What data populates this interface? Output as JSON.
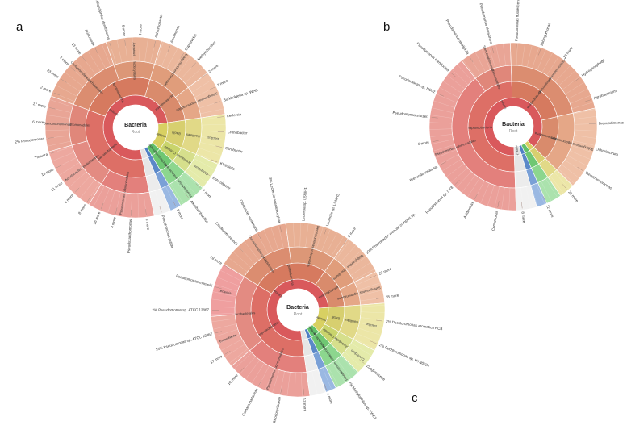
{
  "chart_data": [
    {
      "type": "sunburst",
      "panel": "a",
      "center": {
        "title": "Bacteria",
        "subtitle": "Root"
      },
      "rings": [
        [
          {
            "label": "Proteobacteria",
            "value": 76,
            "color": "#d9595c"
          },
          {
            "label": "Firmicutes",
            "value": 14,
            "color": "#d8d062"
          },
          {
            "label": "Bacteroidetes",
            "value": 5,
            "color": "#62c06a"
          },
          {
            "label": "",
            "value": 2,
            "color": "#4e7fc4"
          },
          {
            "label": "other Bacteria",
            "value": 3,
            "color": "#e3e3e3"
          }
        ],
        [
          {
            "label": "Gammaproteobacteria",
            "value": 34,
            "color": "#dd6f66"
          },
          {
            "label": "Betaproteobacteria",
            "value": 24,
            "color": "#d67a5f"
          },
          {
            "label": "Alphaproteobacteria",
            "value": 18,
            "color": "#d98b6c"
          },
          {
            "label": "Bacilli",
            "value": 9,
            "color": "#d7cf6f"
          },
          {
            "label": "Clostridia",
            "value": 5,
            "color": "#c9d46c"
          },
          {
            "label": "Flavobacteriia",
            "value": 5,
            "color": "#6fc773"
          },
          {
            "label": "",
            "value": 2,
            "color": "#5b88c8"
          },
          {
            "label": "",
            "value": 3,
            "color": "#e6e6e6"
          }
        ],
        [
          {
            "label": "Pseudomonadales",
            "value": 12,
            "color": "#e3807c"
          },
          {
            "label": "Enterobacterales",
            "value": 12,
            "color": "#e38b82"
          },
          {
            "label": "Xanthomonadales",
            "value": 10,
            "color": "#e0877a"
          },
          {
            "label": "Burkholderiales",
            "value": 14,
            "color": "#db8d70"
          },
          {
            "label": "Rhodocyclales",
            "value": 10,
            "color": "#dc9777"
          },
          {
            "label": "Rhizobiales",
            "value": 10,
            "color": "#e09d7b"
          },
          {
            "label": "Sphingomonadales",
            "value": 8,
            "color": "#e5a787"
          },
          {
            "label": "Bacillales",
            "value": 9,
            "color": "#e1d987"
          },
          {
            "label": "Clostridiales",
            "value": 5,
            "color": "#d6df8c"
          },
          {
            "label": "Flavobacteriales",
            "value": 5,
            "color": "#8cd68e"
          },
          {
            "label": "",
            "value": 2,
            "color": "#7aa0d6"
          },
          {
            "label": "",
            "value": 3,
            "color": "#ececec"
          }
        ],
        [
          {
            "label": "Pseudomonas",
            "value": 12,
            "color": "#eba09a"
          },
          {
            "label": "Acinetobacter",
            "value": 12,
            "color": "#eda89f"
          },
          {
            "label": "Stenotrophomonas",
            "value": 10,
            "color": "#e9a596"
          },
          {
            "label": "Comamonadaceae",
            "value": 14,
            "color": "#e7a88f"
          },
          {
            "label": "Azoarcus",
            "value": 10,
            "color": "#e8b094"
          },
          {
            "label": "Bradyrhizobium",
            "value": 10,
            "color": "#ebb79c"
          },
          {
            "label": "Sphingomonas",
            "value": 8,
            "color": "#efc0a6"
          },
          {
            "label": "Bacillus",
            "value": 9,
            "color": "#ece6a7"
          },
          {
            "label": "Clostridium",
            "value": 5,
            "color": "#e4ebaa"
          },
          {
            "label": "Flavobacterium",
            "value": 5,
            "color": "#abe2ad"
          },
          {
            "label": "",
            "value": 2,
            "color": "#9ab8e2"
          },
          {
            "label": "",
            "value": 3,
            "color": "#f1f1f1"
          }
        ]
      ],
      "outer_labels": [
        {
          "text": "Pseudomonas",
          "value": "2%"
        },
        {
          "text": "6 more"
        },
        {
          "text": "17 more"
        },
        {
          "text": "2 more"
        },
        {
          "text": "23 more"
        },
        {
          "text": "7 more"
        },
        {
          "text": "13 more"
        },
        {
          "text": "Acidovorax"
        },
        {
          "text": "Alicycliphilus denitrificans",
          "value": "2%"
        },
        {
          "text": "6 more"
        },
        {
          "text": "3 more"
        },
        {
          "text": "Achromobacter"
        },
        {
          "text": "Aeromonas"
        },
        {
          "text": "Cupriavidus"
        },
        {
          "text": "Methylobacillus"
        },
        {
          "text": "2 more"
        },
        {
          "text": "3 more"
        },
        {
          "text": "Burkholderia sp. WHG"
        },
        {
          "text": "Leclercia"
        },
        {
          "text": "Cronobacter"
        },
        {
          "text": "Citrobacter"
        },
        {
          "text": "Klebsiella"
        },
        {
          "text": "Enterobacter"
        },
        {
          "text": "7 more"
        },
        {
          "text": "Alkalihalobacillus"
        },
        {
          "text": "3 more"
        },
        {
          "text": "Pseudomonas putida"
        },
        {
          "text": "2 more"
        },
        {
          "text": "Pseudoxanthomonas"
        },
        {
          "text": "4 more"
        },
        {
          "text": "16 more"
        },
        {
          "text": "8 more"
        },
        {
          "text": "6 more"
        },
        {
          "text": "11 more"
        },
        {
          "text": "15 more"
        },
        {
          "text": "Thauera"
        }
      ]
    },
    {
      "type": "sunburst",
      "panel": "b",
      "center": {
        "title": "Bacteria",
        "subtitle": "Root"
      },
      "rings": [
        [
          {
            "label": "Proteobacteria",
            "value": 88,
            "color": "#d9595c"
          },
          {
            "label": "Firmicutes",
            "value": 3,
            "color": "#d8d062"
          },
          {
            "label": "Bacteroidetes",
            "value": 3,
            "color": "#62c06a"
          },
          {
            "label": "",
            "value": 2,
            "color": "#4e7fc4"
          },
          {
            "label": "other Bacteria",
            "value": 4,
            "color": "#e3e3e3"
          }
        ],
        [
          {
            "label": "Gammaproteobacteria",
            "value": 50,
            "color": "#dd6f66"
          },
          {
            "label": "Betaproteobacteria",
            "value": 22,
            "color": "#d67a5f"
          },
          {
            "label": "Alphaproteobacteria",
            "value": 16,
            "color": "#d98b6c"
          },
          {
            "label": "Bacilli",
            "value": 3,
            "color": "#d7cf6f"
          },
          {
            "label": "Flavobacteriia",
            "value": 3,
            "color": "#6fc773"
          },
          {
            "label": "",
            "value": 2,
            "color": "#5b88c8"
          },
          {
            "label": "",
            "value": 4,
            "color": "#e6e6e6"
          }
        ],
        [
          {
            "label": "Pseudomonadales",
            "value": 40,
            "color": "#e3807c"
          },
          {
            "label": "Xanthomonadales",
            "value": 10,
            "color": "#e0877a"
          },
          {
            "label": "Burkholderiales",
            "value": 22,
            "color": "#db8d70"
          },
          {
            "label": "Sphingomonadales",
            "value": 16,
            "color": "#e5a787"
          },
          {
            "label": "Bacillales",
            "value": 3,
            "color": "#e1d987"
          },
          {
            "label": "Flavobacteriales",
            "value": 3,
            "color": "#8cd68e"
          },
          {
            "label": "",
            "value": 2,
            "color": "#7aa0d6"
          },
          {
            "label": "",
            "value": 4,
            "color": "#ececec"
          }
        ],
        [
          {
            "label": "Pseudomonas",
            "value": 40,
            "color": "#eba09a"
          },
          {
            "label": "Stenotrophomonas",
            "value": 10,
            "color": "#e9a596"
          },
          {
            "label": "Comamonadaceae",
            "value": 22,
            "color": "#e7a88f"
          },
          {
            "label": "Sphingomonas",
            "value": 16,
            "color": "#efc0a6"
          },
          {
            "label": "Bacillus",
            "value": 3,
            "color": "#ece6a7"
          },
          {
            "label": "Flavobacterium",
            "value": 3,
            "color": "#abe2ad"
          },
          {
            "label": "",
            "value": 2,
            "color": "#9ab8e2"
          },
          {
            "label": "",
            "value": 4,
            "color": "#f1f1f1"
          }
        ]
      ],
      "outer_labels": [
        {
          "text": "Pseudomonas stutzeri"
        },
        {
          "text": "Pseudomonas sp. NC02"
        },
        {
          "text": "Pseudomonas mendocina"
        },
        {
          "text": "Pseudomonas alcaliphila"
        },
        {
          "text": "Pseudomonas oleovorans"
        },
        {
          "text": "Pseudomonas fluorescens"
        },
        {
          "text": "Sphingomonas"
        },
        {
          "text": "16 more"
        },
        {
          "text": "Hydrogenophaga"
        },
        {
          "text": "Agrobacterium"
        },
        {
          "text": "Brevundimonas"
        },
        {
          "text": "Ochrobactrum"
        },
        {
          "text": "Stenotrophomonas"
        },
        {
          "text": "20 more"
        },
        {
          "text": "12 more"
        },
        {
          "text": "8 more"
        },
        {
          "text": "Comamonas"
        },
        {
          "text": "Acidovorax"
        },
        {
          "text": "Pseudomonas sp. DY8"
        },
        {
          "text": "Brevundimonas sp."
        },
        {
          "text": "6 more"
        }
      ]
    },
    {
      "type": "sunburst",
      "panel": "c",
      "center": {
        "title": "Bacteria",
        "subtitle": "Root"
      },
      "rings": [
        [
          {
            "label": "Proteobacteria",
            "value": 76,
            "color": "#d9595c"
          },
          {
            "label": "Firmicutes",
            "value": 14,
            "color": "#d8d062"
          },
          {
            "label": "Bacteroidetes",
            "value": 5,
            "color": "#62c06a"
          },
          {
            "label": "",
            "value": 2,
            "color": "#4e7fc4"
          },
          {
            "label": "other Bacteria",
            "value": 3,
            "color": "#e3e3e3"
          }
        ],
        [
          {
            "label": "Gammaproteobacteria",
            "value": 36,
            "color": "#dd6f66"
          },
          {
            "label": "Betaproteobacteria",
            "value": 26,
            "color": "#d67a5f"
          },
          {
            "label": "Alphaproteobacteria",
            "value": 14,
            "color": "#d98b6c"
          },
          {
            "label": "Bacilli",
            "value": 9,
            "color": "#d7cf6f"
          },
          {
            "label": "Clostridia",
            "value": 5,
            "color": "#c9d46c"
          },
          {
            "label": "Flavobacteriia",
            "value": 5,
            "color": "#6fc773"
          },
          {
            "label": "",
            "value": 2,
            "color": "#5b88c8"
          },
          {
            "label": "",
            "value": 3,
            "color": "#e6e6e6"
          }
        ],
        [
          {
            "label": "Pseudomonadales",
            "value": 16,
            "color": "#e3807c"
          },
          {
            "label": "Enterobacterales",
            "value": 20,
            "color": "#e38b82"
          },
          {
            "label": "Burkholderiales",
            "value": 14,
            "color": "#db8d70"
          },
          {
            "label": "Rhodocyclales",
            "value": 12,
            "color": "#dc9777"
          },
          {
            "label": "Rhizobiales",
            "value": 8,
            "color": "#e09d7b"
          },
          {
            "label": "Sphingomonadales",
            "value": 6,
            "color": "#e5a787"
          },
          {
            "label": "Bacillales",
            "value": 9,
            "color": "#e1d987"
          },
          {
            "label": "Clostridiales",
            "value": 5,
            "color": "#d6df8c"
          },
          {
            "label": "Flavobacteriales",
            "value": 5,
            "color": "#8cd68e"
          },
          {
            "label": "",
            "value": 2,
            "color": "#7aa0d6"
          },
          {
            "label": "",
            "value": 3,
            "color": "#ececec"
          }
        ],
        [
          {
            "label": "Pseudomonas",
            "value": 16,
            "color": "#eba09a"
          },
          {
            "label": "Enterobacter",
            "value": 10,
            "color": "#eda89f"
          },
          {
            "label": "Leclercia",
            "value": 10,
            "color": "#ef9f9f"
          },
          {
            "label": "Comamonadaceae",
            "value": 14,
            "color": "#e7a88f"
          },
          {
            "label": "Dechloromonas",
            "value": 12,
            "color": "#e8b094"
          },
          {
            "label": "Methylophilus",
            "value": 8,
            "color": "#ebb79c"
          },
          {
            "label": "Sphingomonas",
            "value": 6,
            "color": "#efc0a6"
          },
          {
            "label": "Bacillus",
            "value": 9,
            "color": "#ece6a7"
          },
          {
            "label": "Clostridium",
            "value": 5,
            "color": "#e4ebaa"
          },
          {
            "label": "Flavobacterium",
            "value": 5,
            "color": "#abe2ad"
          },
          {
            "label": "",
            "value": 2,
            "color": "#9ab8e2"
          },
          {
            "label": "",
            "value": 3,
            "color": "#f1f1f1"
          }
        ]
      ],
      "outer_labels": [
        {
          "text": "Pseudomonas sp. ATCC 13867",
          "value": "2%"
        },
        {
          "text": "Pseudomonas monteilii"
        },
        {
          "text": "18 more"
        },
        {
          "text": "Citrobacter freundii"
        },
        {
          "text": "Citrobacter werkmanii"
        },
        {
          "text": "Leclercia adecarboxylata",
          "value": "3%"
        },
        {
          "text": "Leclercia sp. LSNIH1"
        },
        {
          "text": "Leclercia sp. LSNIH3"
        },
        {
          "text": "9 more"
        },
        {
          "text": "Enterobacter cloacae complex sp.",
          "value": "10%"
        },
        {
          "text": "20 more"
        },
        {
          "text": "18 more"
        },
        {
          "text": "Dechloromonas aromatica RCB",
          "value": "2%"
        },
        {
          "text": "Dechloromonas sp. HYN0024",
          "value": "2%"
        },
        {
          "text": "Zoogloeaceae"
        },
        {
          "text": "Methylophilus sp. TWE2",
          "value": "2%"
        },
        {
          "text": "4 more"
        },
        {
          "text": "12 more"
        },
        {
          "text": "Rhodocyclaceae"
        },
        {
          "text": "Comamonadaceae"
        },
        {
          "text": "10 more"
        },
        {
          "text": "17 more"
        },
        {
          "text": "Pseudomonas sp. ATCC 13867",
          "value": "14%"
        }
      ]
    }
  ]
}
